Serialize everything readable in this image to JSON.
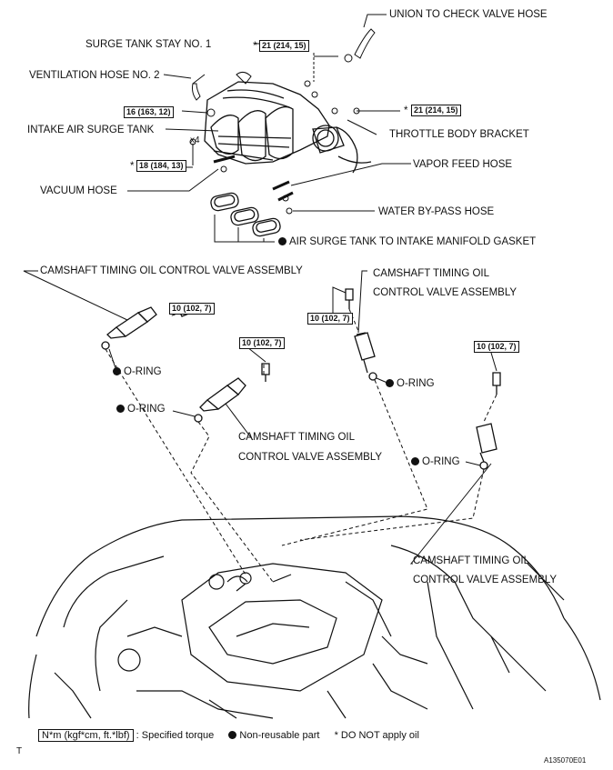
{
  "labels": {
    "union_hose": "UNION TO CHECK VALVE HOSE",
    "surge_stay": "SURGE TANK STAY NO. 1",
    "vent_hose": "VENTILATION HOSE NO. 2",
    "intake_tank": "INTAKE AIR SURGE TANK",
    "throttle_bracket": "THROTTLE BODY BRACKET",
    "vapor_hose": "VAPOR FEED HOSE",
    "vacuum_hose": "VACUUM HOSE",
    "water_hose": "WATER BY-PASS HOSE",
    "gasket": "AIR SURGE TANK TO INTAKE MANIFOLD GASKET",
    "camshaft_a": "CAMSHAFT TIMING OIL CONTROL VALVE ASSEMBLY",
    "camshaft_b_line1": "CAMSHAFT TIMING OIL",
    "camshaft_b_line2": "CONTROL VALVE ASSEMBLY",
    "camshaft_c_line1": "CAMSHAFT TIMING OIL",
    "camshaft_c_line2": "CONTROL VALVE ASSEMBLY",
    "camshaft_d_line1": "CAMSHAFT TIMING OIL",
    "camshaft_d_line2": "CONTROL VALVE ASSEMBLY",
    "oring": "O-RING",
    "x4": "x4",
    "star": "*"
  },
  "torques": {
    "t21": "21 (214, 15)",
    "t16": "16 (163, 12)",
    "t18": "18 (184, 13)",
    "t10": "10 (102, 7)"
  },
  "legend": {
    "unit": "N*m (kgf*cm, ft.*lbf)",
    "specified": ": Specified torque",
    "nonreusable": "Non-reusable part",
    "noapply": "* DO NOT apply oil"
  },
  "corner_mark": "T",
  "figure_id": "A135070E01",
  "colors": {
    "ink": "#111111",
    "paper": "#ffffff"
  }
}
